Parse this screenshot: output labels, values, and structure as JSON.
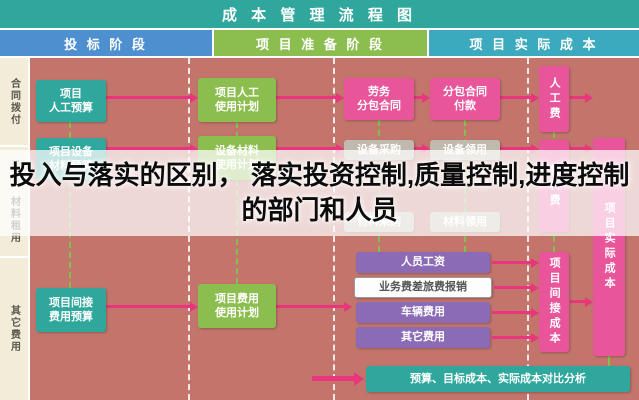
{
  "header": {
    "title": "成 本 管 理 流 程 图"
  },
  "phases": [
    {
      "label": "投 标 阶 段"
    },
    {
      "label": "项 目 准 备 阶 段"
    },
    {
      "label": "项 目 实 际 成 本"
    }
  ],
  "sidebar": {
    "rows": [
      {
        "label": "合同拨付"
      },
      {
        "label": "设备、材料租用"
      },
      {
        "label": "其它费用"
      }
    ]
  },
  "overlay": {
    "text": "投入与落实的区别， 落实投资控制,质量控制,进度控制的部门和人员"
  },
  "nodes": {
    "labor_budget": {
      "label": "项目\n人工预算"
    },
    "labor_plan": {
      "label": "项目人工\n使用计划"
    },
    "labor_subcontract": {
      "label": "劳务\n分包合同"
    },
    "subcontract_payment": {
      "label": "分包合同\n付款"
    },
    "labor_cost": {
      "label": "人工费"
    },
    "equipment_budget": {
      "label": "项目设备\n材料预算"
    },
    "equipment_plan": {
      "label": "设备材料\n使用计划"
    },
    "equipment_purchase": {
      "label": "设备采购"
    },
    "equipment_requisition": {
      "label": "设备领用"
    },
    "material_purchase": {
      "label": "材料采购"
    },
    "material_requisition": {
      "label": "材料领用"
    },
    "material_cost": {
      "label": "材料费"
    },
    "indirect_budget": {
      "label": "项目间接\n费用预算"
    },
    "expense_plan": {
      "label": "项目费用\n使用计划"
    },
    "personnel_wages": {
      "label": "人员工资"
    },
    "travel_reimbursement": {
      "label": "业务费差旅费报销"
    },
    "vehicle_expense": {
      "label": "车辆费用"
    },
    "other_expense": {
      "label": "其它费用"
    },
    "indirect_cost": {
      "label": "项目间接成本"
    },
    "actual_cost": {
      "label": "项目实际成本"
    },
    "comparison": {
      "label": "预算、目标成本、实际成本对比分析"
    }
  },
  "colors": {
    "title_bar": "#2fa79c",
    "phase_bid": "#4e8fd0",
    "phase_prep": "#8cbe4f",
    "phase_actual": "#3ba9be",
    "body_bg": "#c3756c",
    "sidebar_bg": "#f2ecd9",
    "arrow": "#e8357c",
    "node_teal": "#2fa79c",
    "node_green": "#8cbe4f",
    "node_pink": "#e8559a",
    "node_purple": "#8b6bb5",
    "node_gray": "#c0b9ad"
  }
}
